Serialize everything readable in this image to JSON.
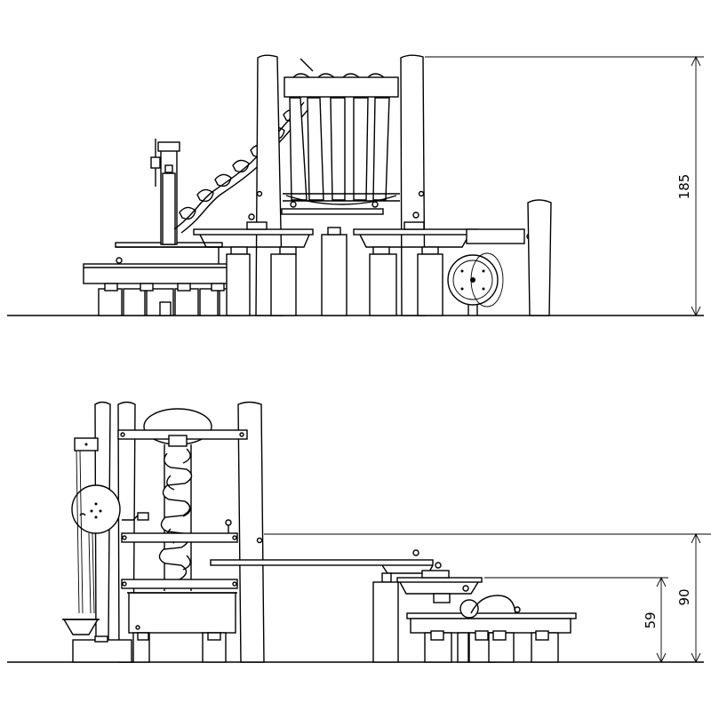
{
  "dimensions": {
    "top_height": "185",
    "bottom_height_high": "90",
    "bottom_height_low": "59"
  },
  "colors": {
    "line": "#000000",
    "background": "#ffffff"
  }
}
